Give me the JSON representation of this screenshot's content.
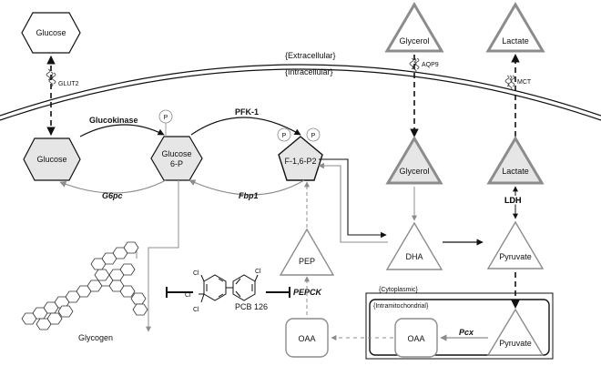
{
  "compartments": {
    "extracellular": "{Extracellular}",
    "intracellular": "{Intracellular}",
    "cytoplasmic": "{Cytoplasmic}",
    "intramitochondrial": "{Intramitochondrial}"
  },
  "transporters": {
    "glut2": "GLUT2",
    "aqp9": "AQP9",
    "mct": "MCT"
  },
  "metabolites": {
    "glucose_ext": "Glucose",
    "glucose_int": "Glucose",
    "glucose6p_line1": "Glucose",
    "glucose6p_line2": "6-P",
    "f16p2": "F-1,6-P2",
    "glycerol_ext": "Glycerol",
    "glycerol_int": "Glycerol",
    "lactate_ext": "Lactate",
    "lactate_int": "Lactate",
    "dha": "DHA",
    "pep": "PEP",
    "pyruvate_cyto": "Pyruvate",
    "pyruvate_mito": "Pyruvate",
    "oaa_cyto": "OAA",
    "oaa_mito": "OAA",
    "glycogen": "Glycogen"
  },
  "phosphate": "P",
  "enzymes": {
    "glucokinase": "Glucokinase",
    "pfk1": "PFK-1",
    "g6pc": "G6pc",
    "fbp1": "Fbp1",
    "ldh": "LDH",
    "pepck": "PEPCK",
    "pcx": "Pcx"
  },
  "compound": {
    "name": "PCB 126",
    "chlorine": "Cl"
  },
  "colors": {
    "dark": "#111111",
    "grey": "#8c8c8c",
    "fill": "#e6e6e6"
  }
}
